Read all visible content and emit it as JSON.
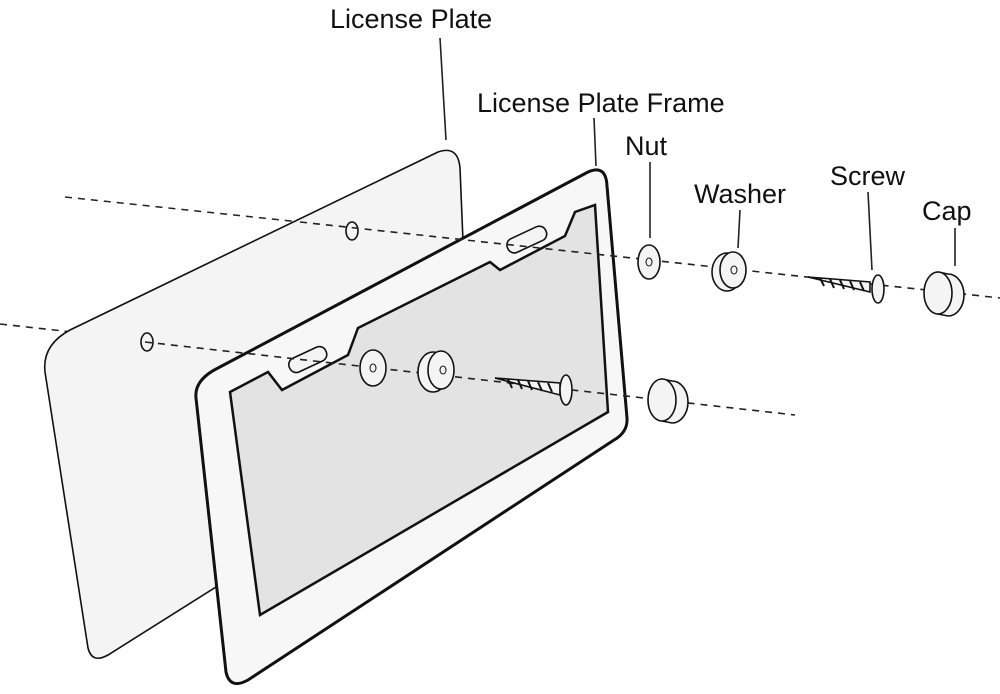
{
  "labels": {
    "license_plate": "License Plate",
    "license_plate_frame": "License Plate Frame",
    "nut": "Nut",
    "washer": "Washer",
    "screw": "Screw",
    "cap": "Cap"
  }
}
